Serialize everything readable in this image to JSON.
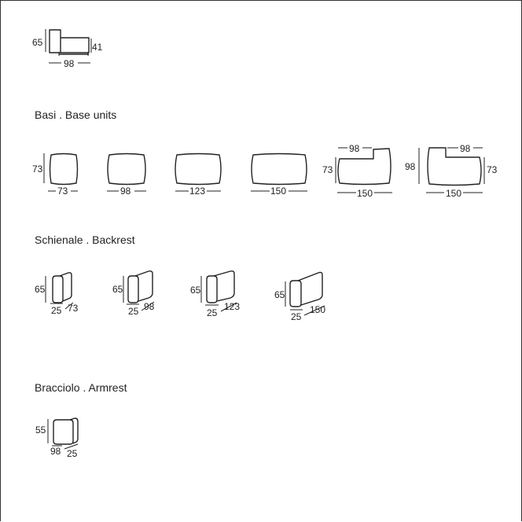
{
  "profile": {
    "height": "65",
    "seat": "41",
    "depth": "98"
  },
  "sections": {
    "base": "Basi . Base units",
    "backrest": "Schienale . Backrest",
    "armrest": "Bracciolo . Armrest"
  },
  "base_units": [
    {
      "height": "73",
      "width": "73"
    },
    {
      "width": "98"
    },
    {
      "width": "123"
    },
    {
      "width": "150"
    },
    {
      "top": "98",
      "left": "73",
      "width": "150"
    },
    {
      "top": "98",
      "left": "98",
      "right": "73",
      "width": "150"
    }
  ],
  "backrests": [
    {
      "height": "65",
      "depth": "25",
      "length": "73"
    },
    {
      "height": "65",
      "depth": "25",
      "length": "98"
    },
    {
      "height": "65",
      "depth": "25",
      "length": "123"
    },
    {
      "height": "65",
      "depth": "25",
      "length": "150"
    }
  ],
  "armrest": {
    "height": "55",
    "length": "98",
    "depth": "25"
  }
}
